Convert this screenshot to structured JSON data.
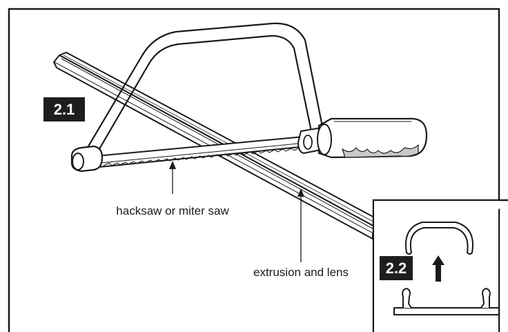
{
  "steps": {
    "main_step_label": "2.1",
    "inset_step_label": "2.2"
  },
  "callouts": {
    "saw_label": "hacksaw or miter saw",
    "extrusion_label": "extrusion and lens"
  },
  "colors": {
    "badge_fill": "#1e1e1e",
    "line": "#1a1a1a",
    "grip": "#c9c9c9"
  },
  "icons": {
    "hacksaw": "hacksaw-icon",
    "extrusion": "extrusion-bar-icon",
    "lens": "lens-cover-icon",
    "channel": "extrusion-channel-icon",
    "arrow": "arrow-up-icon"
  }
}
